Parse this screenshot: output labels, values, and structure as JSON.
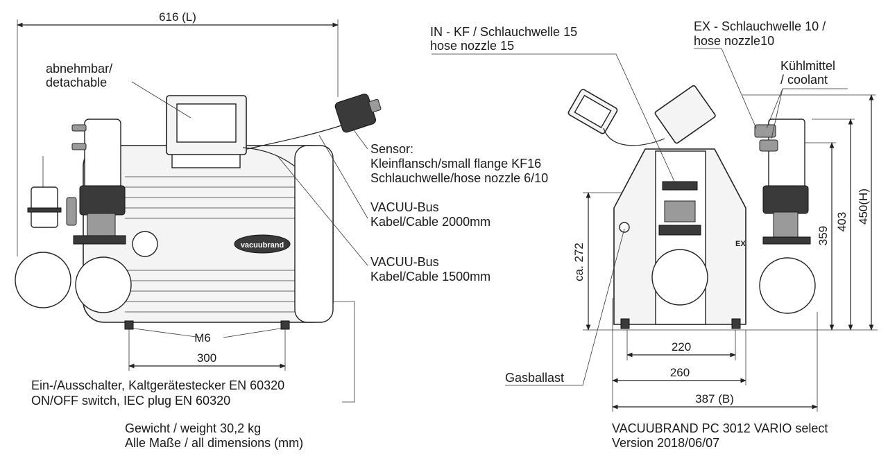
{
  "labels": {
    "width_L": "616 (L)",
    "detachable_de": "abnehmbar/",
    "detachable_en": "detachable",
    "sensor_1": "Sensor:",
    "sensor_2": "Kleinflansch/small flange KF16",
    "sensor_3": "Schlauchwelle/hose nozzle 6/10",
    "bus1_1": "VACUU-Bus",
    "bus1_2": "Kabel/Cable 2000mm",
    "bus2_1": "VACUU-Bus",
    "bus2_2": "Kabel/Cable 1500mm",
    "m6": "M6",
    "d300": "300",
    "switch_de": "Ein-/Ausschalter, Kaltgerätestecker EN 60320",
    "switch_en": "ON/OFF switch, IEC plug EN 60320",
    "weight": "Gewicht / weight 30,2 kg",
    "dims": "Alle Maße / all dimensions (mm)",
    "in_1": "IN - KF / Schlauchwelle 15",
    "in_2": "hose nozzle 15",
    "ex_1": "EX - Schlauchwelle 10 /",
    "ex_2": "hose nozzle10",
    "cool_1": "Kühlmittel",
    "cool_2": "/ coolant",
    "h_ca272": "ca. 272",
    "h359": "359",
    "h403": "403",
    "h450": "450(H)",
    "d220": "220",
    "d260": "260",
    "d387": "387 (B)",
    "gasballast": "Gasballast",
    "model": "VACUUBRAND PC 3012 VARIO select",
    "version": "Version 2018/06/07",
    "brand": "vacuubrand",
    "ex_mark": "EX"
  }
}
